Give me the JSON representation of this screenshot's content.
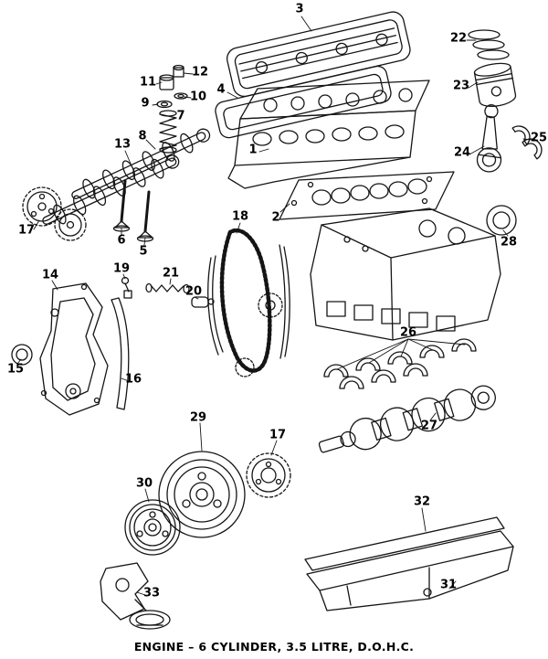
{
  "diagram": {
    "caption": "ENGINE – 6 CYLINDER, 3.5 LITRE, D.O.H.C.",
    "ink_color": "#151515",
    "background_color": "#ffffff",
    "callouts": [
      {
        "num": "3",
        "part": "valve-cover"
      },
      {
        "num": "22",
        "part": "piston-rings"
      },
      {
        "num": "12",
        "part": "valve-stem-seal"
      },
      {
        "num": "11",
        "part": "valve-lifter"
      },
      {
        "num": "23",
        "part": "piston"
      },
      {
        "num": "10",
        "part": "spring-retainer"
      },
      {
        "num": "4",
        "part": "valve-cover-gasket"
      },
      {
        "num": "9",
        "part": "spring-seat"
      },
      {
        "num": "7",
        "part": "valve-spring"
      },
      {
        "num": "8",
        "part": "camshaft-upper"
      },
      {
        "num": "25",
        "part": "rod-bearing"
      },
      {
        "num": "13",
        "part": "camshaft-lower"
      },
      {
        "num": "24",
        "part": "connecting-rod"
      },
      {
        "num": "1",
        "part": "cylinder-head"
      },
      {
        "num": "2",
        "part": "head-gasket"
      },
      {
        "num": "18",
        "part": "timing-chain"
      },
      {
        "num": "28",
        "part": "rear-main-seal"
      },
      {
        "num": "17",
        "part": "camshaft-sprockets"
      },
      {
        "num": "6",
        "part": "valve-intake"
      },
      {
        "num": "5",
        "part": "valve-exhaust"
      },
      {
        "num": "19",
        "part": "tensioner-bolt"
      },
      {
        "num": "21",
        "part": "tensioner-spring"
      },
      {
        "num": "20",
        "part": "tensioner-plunger"
      },
      {
        "num": "14",
        "part": "timing-cover"
      },
      {
        "num": "26",
        "part": "main-bearings"
      },
      {
        "num": "15",
        "part": "front-seal"
      },
      {
        "num": "16",
        "part": "timing-cover-gasket"
      },
      {
        "num": "29",
        "part": "vibration-damper"
      },
      {
        "num": "17",
        "part": "crankshaft-hub"
      },
      {
        "num": "27",
        "part": "crankshaft"
      },
      {
        "num": "30",
        "part": "crankshaft-pulley"
      },
      {
        "num": "32",
        "part": "oil-pan-gasket"
      },
      {
        "num": "31",
        "part": "oil-pan"
      },
      {
        "num": "33",
        "part": "oil-pump"
      }
    ]
  }
}
